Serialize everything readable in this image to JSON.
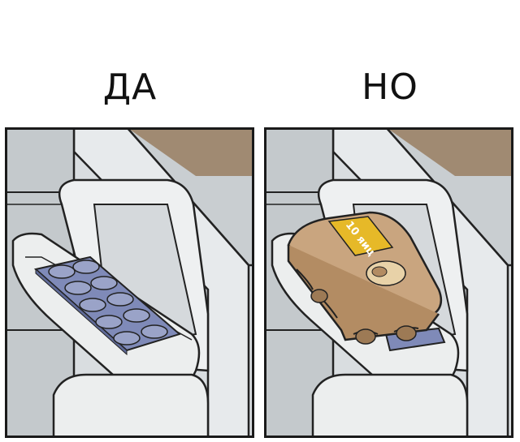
{
  "panels": [
    {
      "title": "ДА",
      "content": "empty-egg-tray"
    },
    {
      "title": "НО",
      "content": "egg-carton-on-tray",
      "carton_label": "10 яиц"
    }
  ],
  "colors": {
    "wall_brown": "#a08a72",
    "fridge_grey": "#d7dbdd",
    "shelf_white": "#eceeee",
    "tray_blue": "#7f8ab8",
    "carton_tan": "#c9a57f",
    "label_yellow": "#e6b928",
    "outline": "#222222"
  }
}
